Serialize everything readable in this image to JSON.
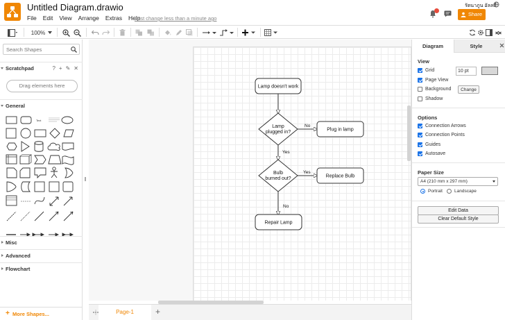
{
  "app": {
    "title": "Untitled Diagram.drawio",
    "menu": [
      "File",
      "Edit",
      "View",
      "Arrange",
      "Extras",
      "Help"
    ],
    "last_change": "Last change less than a minute ago",
    "user_name": "รัตนาภูน อัลลมี",
    "share_label": "Share",
    "notification_count": "1",
    "accent_color": "#f08705"
  },
  "toolbar": {
    "zoom": "100%"
  },
  "sidebar": {
    "search_placeholder": "Search Shapes",
    "scratchpad_label": "Scratchpad",
    "scratchpad_tools": [
      "?",
      "+",
      "✎",
      "✕"
    ],
    "drag_hint": "Drag elements here",
    "general_label": "General",
    "sections": [
      "Misc",
      "Advanced",
      "Flowchart"
    ],
    "more_shapes": "More Shapes..."
  },
  "diagram": {
    "nodes": {
      "start": "Lamp doesn't work",
      "decision1": [
        "Lamp",
        "plugged in?"
      ],
      "plug": "Plug in lamp",
      "decision2": [
        "Bulb",
        "burned out?"
      ],
      "replace": "Replace Bulb",
      "repair": "Repair Lamp"
    },
    "edges": {
      "no1": "No",
      "yes1": "Yes",
      "yes2": "Yes",
      "no2": "No"
    }
  },
  "pages": {
    "active": "Page-1"
  },
  "panel": {
    "tabs": [
      "Diagram",
      "Style"
    ],
    "view_heading": "View",
    "grid_label": "Grid",
    "grid_size": "10 pt",
    "page_view_label": "Page View",
    "background_label": "Background",
    "change_label": "Change",
    "shadow_label": "Shadow",
    "options_heading": "Options",
    "connection_arrows": "Connection Arrows",
    "connection_points": "Connection Points",
    "guides": "Guides",
    "autosave": "Autosave",
    "paper_heading": "Paper Size",
    "paper_value": "A4 (210 mm x 297 mm)",
    "portrait": "Portrait",
    "landscape": "Landscape",
    "edit_data": "Edit Data",
    "clear_style": "Clear Default Style",
    "checks": {
      "grid": true,
      "page_view": true,
      "background": false,
      "shadow": false,
      "connection_arrows": true,
      "connection_points": true,
      "guides": true,
      "autosave": true
    }
  }
}
